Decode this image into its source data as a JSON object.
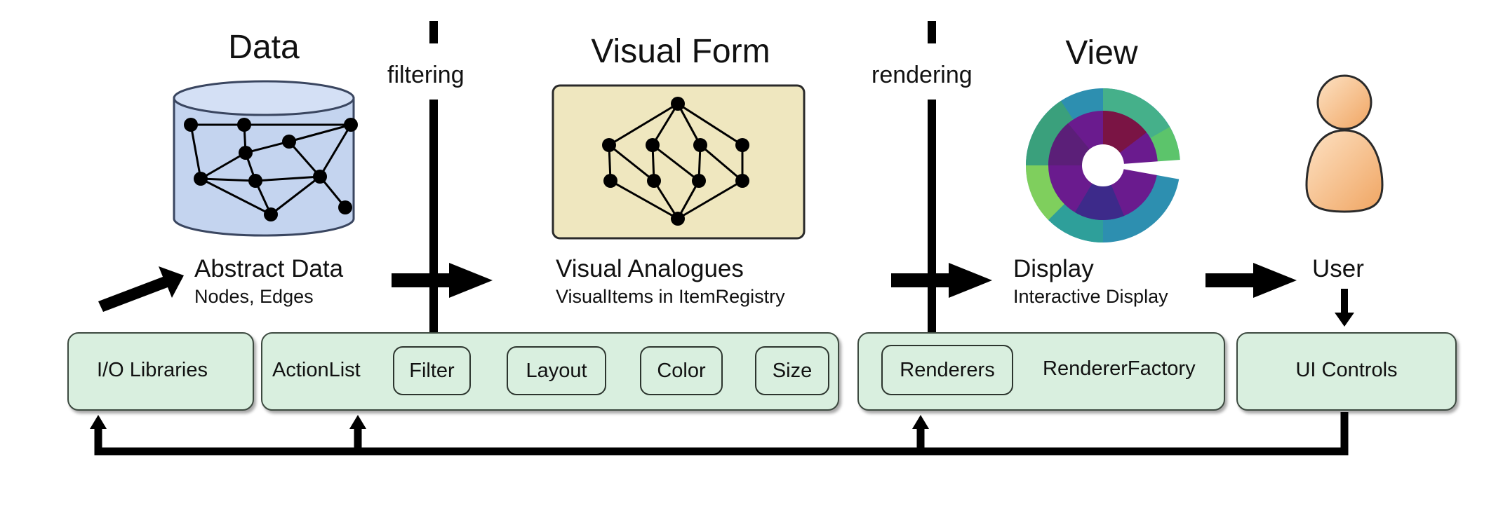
{
  "stages": {
    "data": {
      "heading": "Data",
      "title": "Abstract Data",
      "subtitle": "Nodes, Edges"
    },
    "visual_form": {
      "heading": "Visual Form",
      "title": "Visual Analogues",
      "subtitle": "VisualItems in ItemRegistry"
    },
    "view": {
      "heading": "View",
      "title": "Display",
      "subtitle": "Interactive Display"
    },
    "user": {
      "title": "User"
    }
  },
  "transitions": {
    "filtering": "filtering",
    "rendering": "rendering"
  },
  "components": {
    "io_libraries": "I/O Libraries",
    "action_list": "ActionList",
    "actions": [
      "Filter",
      "Layout",
      "Color",
      "Size"
    ],
    "renderers": "Renderers",
    "renderer_factory": "RendererFactory",
    "ui_controls": "UI Controls"
  },
  "colors": {
    "component_fill": "#d9efdf",
    "database_fill": "#c4d4ef",
    "visual_form_fill": "#efe7bf",
    "user_fill": "#f3b57e"
  },
  "icons": {
    "data": "database-graph-icon",
    "visual_form": "layered-graph-icon",
    "view": "radial-treemap-icon",
    "user": "user-icon"
  }
}
